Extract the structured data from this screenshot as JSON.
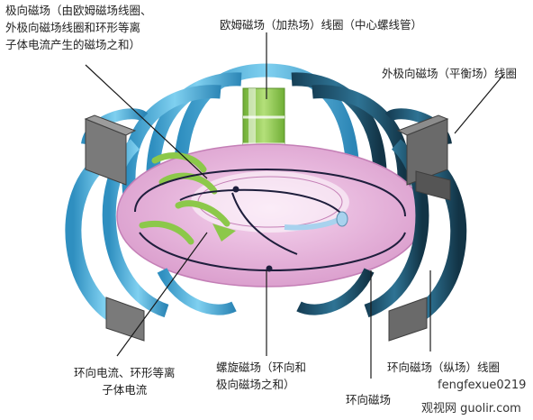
{
  "labels": {
    "poloidal_field": [
      "极向磁场（由欧姆磁场线圈、",
      "外极向磁场线圈和环形等离",
      "子体电流产生的磁场之和）"
    ],
    "ohmic_coil": "欧姆磁场（加热场）线圈（中心螺线管）",
    "outer_poloidal_coil": "外极向磁场（平衡场）线圈",
    "plasma_current": [
      "环向电流、环形等离",
      "子体电流"
    ],
    "helical_field": [
      "螺旋磁场（环向和",
      "极向磁场之和）"
    ],
    "toroidal_field": "环向磁场",
    "toroidal_coil": "环向磁场（纵场）线圈"
  },
  "watermark": {
    "line1": "fengfexue0219",
    "line2": "观视网 guolir.com"
  },
  "colors": {
    "toroidal_coil_light": "#58b6dc",
    "toroidal_coil_dark": "#1f5a76",
    "plasma": "#e7b2dc",
    "central_solenoid": "#8ccb4a",
    "outer_poloidal_coil": "#6b6b6b",
    "field_line": "#1e1e3c",
    "current_arrow": "#a8d2ee"
  }
}
